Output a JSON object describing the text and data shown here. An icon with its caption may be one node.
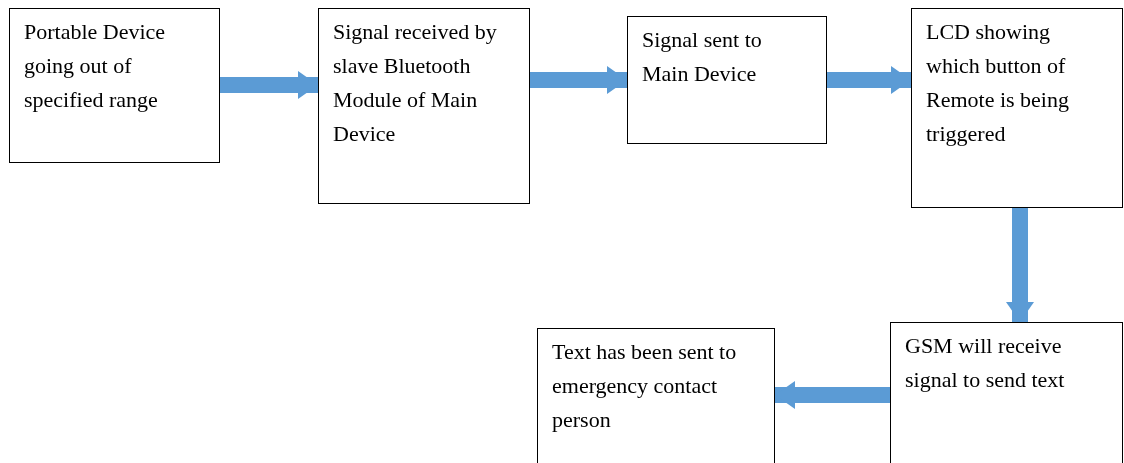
{
  "diagram": {
    "nodes": [
      {
        "text": [
          "Portable Device going out of specified range"
        ]
      },
      {
        "text": [
          "Signal received by slave Bluetooth Module of Main Device"
        ]
      },
      {
        "text": [
          "Signal sent to Main Device"
        ]
      },
      {
        "text": [
          "LCD showing which button of Remote is being triggered"
        ]
      },
      {
        "text": [
          "GSM will receive signal to send text"
        ]
      },
      {
        "text": [
          "Text has been sent to emergency contact person"
        ]
      }
    ],
    "edges": [
      {
        "from": 0,
        "to": 1,
        "arrow": "to"
      },
      {
        "from": 1,
        "to": 2,
        "arrow": "to"
      },
      {
        "from": 2,
        "to": 3,
        "arrow": "to"
      },
      {
        "from": 3,
        "to": 4,
        "arrow": "to"
      },
      {
        "from": 4,
        "to": 5,
        "arrow": "to"
      }
    ]
  }
}
